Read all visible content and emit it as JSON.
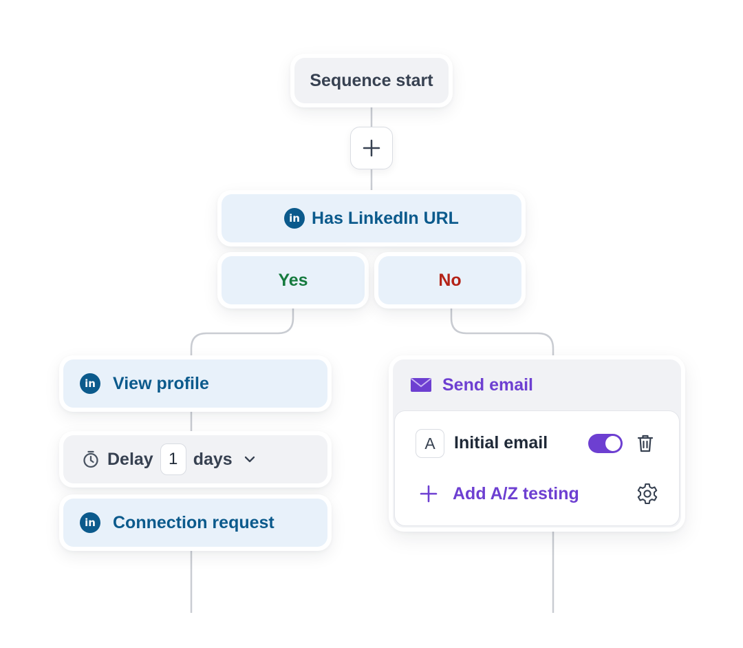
{
  "start": {
    "label": "Sequence start"
  },
  "add_step": {
    "icon": "plus-icon"
  },
  "condition": {
    "label": "Has LinkedIn URL",
    "icon": "linkedin-icon"
  },
  "branches": {
    "yes_label": "Yes",
    "no_label": "No"
  },
  "left_branch": {
    "view_profile": {
      "label": "View profile",
      "icon": "linkedin-icon"
    },
    "delay": {
      "prefix": "Delay",
      "value": "1",
      "unit": "days",
      "icon": "timer-icon"
    },
    "connection": {
      "label": "Connection request",
      "icon": "linkedin-icon"
    }
  },
  "right_branch": {
    "send_email": {
      "label": "Send email",
      "icon": "envelope-icon"
    },
    "variant": {
      "letter": "A",
      "label": "Initial email",
      "enabled": true
    },
    "add_testing": {
      "label": "Add A/Z testing"
    }
  },
  "colors": {
    "linkedin": "#0b5a8c",
    "accent_purple": "#6d3fd1",
    "yes_green": "#157a3e",
    "no_red": "#b42318",
    "node_grey": "#f1f2f5",
    "node_blue": "#e8f1fa"
  }
}
